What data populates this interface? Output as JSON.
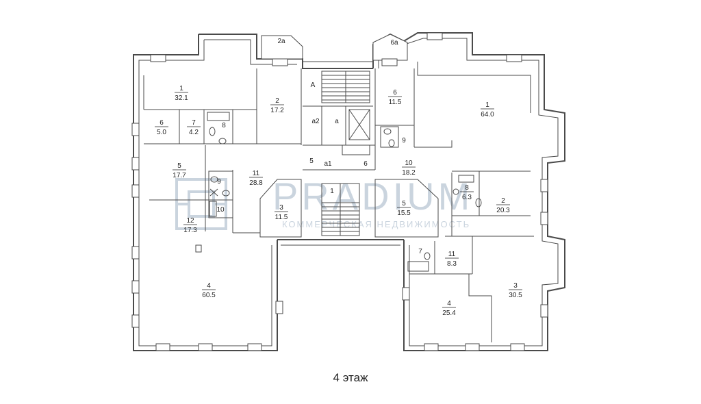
{
  "caption": "4 этаж",
  "watermark": {
    "brand": "PRADIUM",
    "tagline": "КОММЕРЧЕСКАЯ НЕДВИЖИМОСТЬ",
    "color": "#b9c6d4"
  },
  "colors": {
    "wall": "#4a4a4a",
    "text": "#222222",
    "background": "#ffffff"
  },
  "rooms": [
    {
      "id": "w1",
      "num": "1",
      "area": "32.1"
    },
    {
      "id": "w2",
      "num": "2",
      "area": "17.2"
    },
    {
      "id": "w2a",
      "num": "2а",
      "area": ""
    },
    {
      "id": "w6",
      "num": "6",
      "area": "5.0"
    },
    {
      "id": "w7",
      "num": "7",
      "area": "4.2"
    },
    {
      "id": "w8",
      "num": "8",
      "area": ""
    },
    {
      "id": "w5",
      "num": "5",
      "area": "17.7"
    },
    {
      "id": "w9",
      "num": "9",
      "area": ""
    },
    {
      "id": "w10",
      "num": "10",
      "area": ""
    },
    {
      "id": "w11",
      "num": "11",
      "area": "28.8"
    },
    {
      "id": "w12",
      "num": "12",
      "area": "17.3"
    },
    {
      "id": "w3",
      "num": "3",
      "area": "11.5"
    },
    {
      "id": "w4",
      "num": "4",
      "area": "60.5"
    },
    {
      "id": "cA",
      "num": "А",
      "area": ""
    },
    {
      "id": "ca2",
      "num": "а2",
      "area": ""
    },
    {
      "id": "ca",
      "num": "а",
      "area": ""
    },
    {
      "id": "ca1",
      "num": "а1",
      "area": ""
    },
    {
      "id": "c5",
      "num": "5",
      "area": ""
    },
    {
      "id": "c6",
      "num": "6",
      "area": ""
    },
    {
      "id": "c1",
      "num": "1",
      "area": ""
    },
    {
      "id": "c5b",
      "num": "5",
      "area": "15.5"
    },
    {
      "id": "e6a",
      "num": "6а",
      "area": ""
    },
    {
      "id": "e6",
      "num": "6",
      "area": "11.5"
    },
    {
      "id": "e9",
      "num": "9",
      "area": ""
    },
    {
      "id": "e1",
      "num": "1",
      "area": "64.0"
    },
    {
      "id": "e10",
      "num": "10",
      "area": "18.2"
    },
    {
      "id": "e8",
      "num": "8",
      "area": "6.3"
    },
    {
      "id": "e2",
      "num": "2",
      "area": "20.3"
    },
    {
      "id": "e7",
      "num": "7",
      "area": ""
    },
    {
      "id": "e11",
      "num": "11",
      "area": "8.3"
    },
    {
      "id": "e3",
      "num": "3",
      "area": "30.5"
    },
    {
      "id": "e4",
      "num": "4",
      "area": "25.4"
    }
  ]
}
